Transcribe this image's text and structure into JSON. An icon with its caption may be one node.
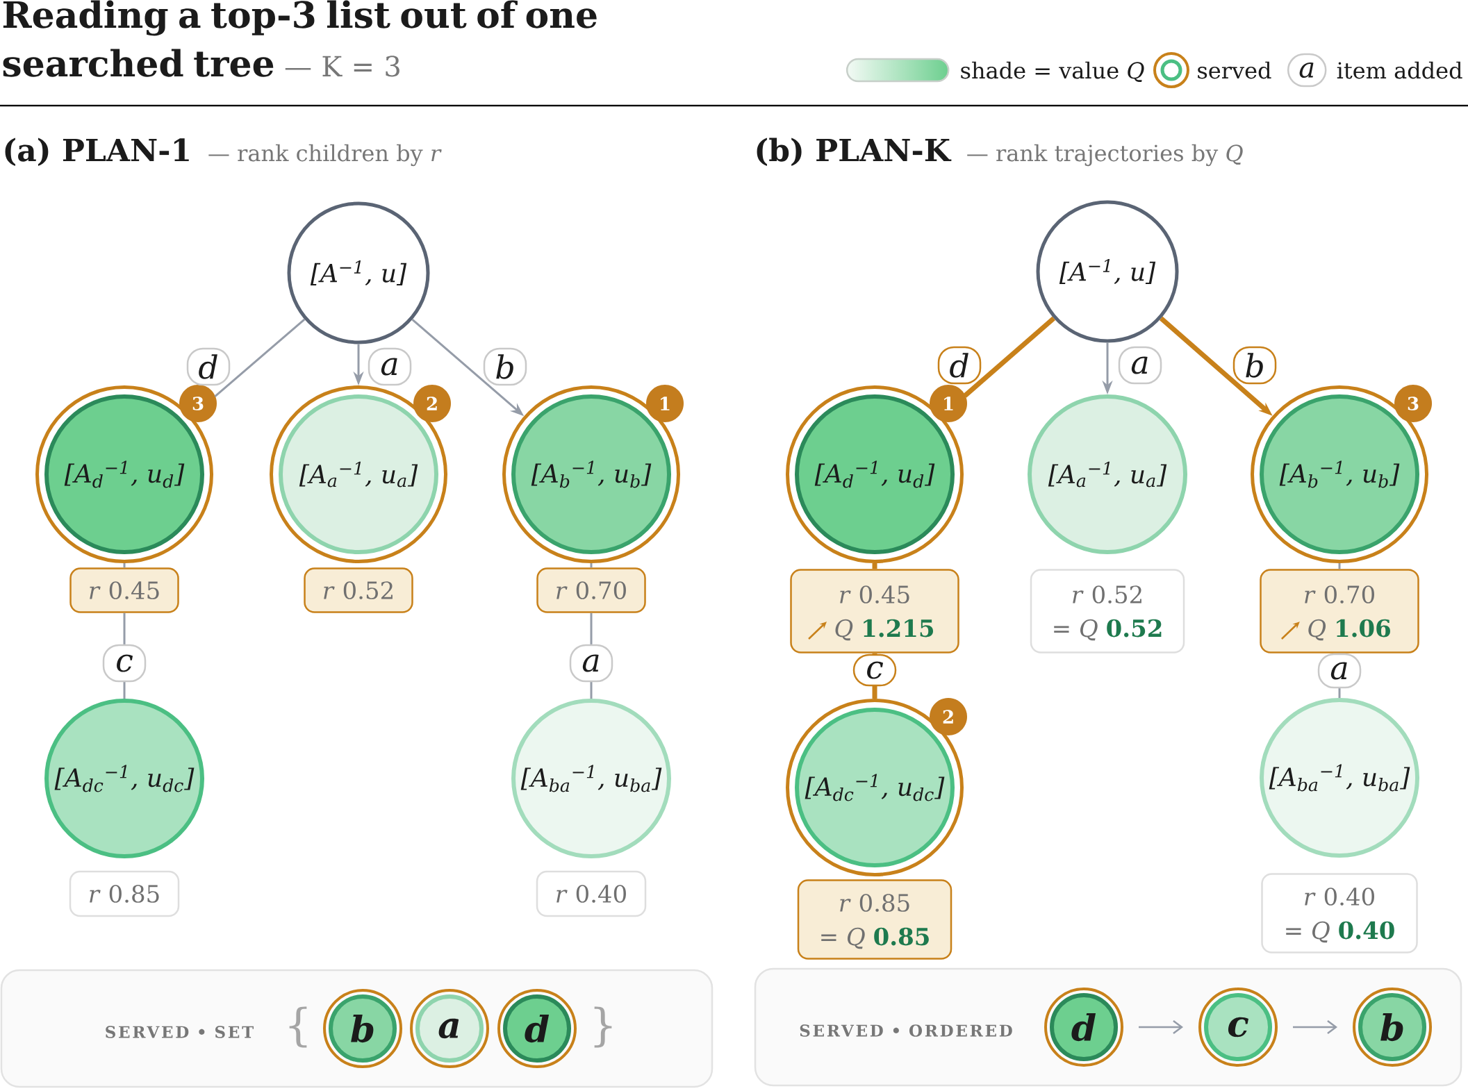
{
  "diagram": {
    "title": "**Reading a top-3 list out of one searched tree** — K = 3",
    "nodes": [
      {
        "text": [
          "[A$^{−1}$, u]"
        ]
      },
      {
        "text": [
          "[A$_{d}$$^{−1}$, u$_{d}$]"
        ],
        "beside": [
          "3"
        ]
      },
      {
        "text": [
          "[A$_{a}$$^{−1}$, u$_{a}$]"
        ],
        "beside": [
          "2"
        ]
      },
      {
        "text": [
          "[A$_{b}$$^{−1}$, u$_{b}$]"
        ],
        "beside": [
          "1"
        ]
      },
      {
        "text": [
          "*r* 0.45"
        ]
      },
      {
        "text": [
          "*r* 0.52"
        ]
      },
      {
        "text": [
          "*r* 0.70"
        ]
      },
      {
        "text": [
          "[A$_{dc}$$^{−1}$, u$_{dc}$]"
        ]
      },
      {
        "text": [
          "[A$_{ba}$$^{−1}$, u$_{ba}$]"
        ]
      },
      {
        "text": [
          "*r* 0.85"
        ]
      },
      {
        "text": [
          "*r* 0.40"
        ]
      },
      {
        "text": [
          "[A$^{−1}$, u]"
        ]
      },
      {
        "text": [
          "[A$_{d}$$^{−1}$, u$_{d}$]"
        ],
        "beside": [
          "1"
        ]
      },
      {
        "text": [
          "[A$_{a}$$^{−1}$, u$_{a}$]"
        ]
      },
      {
        "text": [
          "[A$_{b}$$^{−1}$, u$_{b}$]"
        ],
        "beside": [
          "3"
        ]
      },
      {
        "text": [
          "*r* 0.45",
          "*Q* **1.215**"
        ]
      },
      {
        "text": [
          "*r* 0.52",
          "= *Q* **0.52**"
        ]
      },
      {
        "text": [
          "*r* 0.70",
          "*Q* **1.06**"
        ]
      },
      {
        "text": [
          "[A$_{dc}$$^{−1}$, u$_{dc}$]"
        ],
        "beside": [
          "2"
        ]
      },
      {
        "text": [
          "[A$_{ba}$$^{−1}$, u$_{ba}$]"
        ]
      },
      {
        "text": [
          "*r* 0.85",
          "= *Q* **0.85**"
        ]
      },
      {
        "text": [
          "*r* 0.40",
          "= *Q* **0.40**"
        ]
      },
      {
        "text": [
          "SERVED • SET"
        ]
      },
      {
        "text": [
          "b"
        ],
        "in": 22
      },
      {
        "text": [
          "a"
        ],
        "in": 22
      },
      {
        "text": [
          "d"
        ],
        "in": 22
      },
      {
        "text": [
          "SERVED • ORDERED"
        ]
      },
      {
        "text": [
          "d"
        ],
        "in": 26
      },
      {
        "text": [
          "c"
        ],
        "in": 26
      },
      {
        "text": [
          "b"
        ],
        "in": 26
      }
    ],
    "edges": [
      {
        "from": 0,
        "to": 1,
        "arrow": "none",
        "label": "d"
      },
      {
        "from": 0,
        "to": 2,
        "arrow": "to",
        "label": "a"
      },
      {
        "from": 0,
        "to": 3,
        "arrow": "to",
        "label": "b"
      },
      {
        "from": 1,
        "to": 4,
        "arrow": "none"
      },
      {
        "from": 3,
        "to": 6,
        "arrow": "none"
      },
      {
        "from": 4,
        "to": 7,
        "arrow": "none",
        "label": "c"
      },
      {
        "from": 6,
        "to": 8,
        "arrow": "none",
        "label": "a"
      },
      {
        "from": 11,
        "to": 12,
        "arrow": "none",
        "label": "d",
        "style": "thick",
        "color": "#c8811a"
      },
      {
        "from": 11,
        "to": 13,
        "arrow": "to",
        "label": "a"
      },
      {
        "from": 11,
        "to": 14,
        "arrow": "to",
        "label": "b",
        "style": "thick",
        "color": "#c8811a"
      },
      {
        "from": 12,
        "to": 15,
        "arrow": "none",
        "style": "thick",
        "color": "#c8811a"
      },
      {
        "from": 14,
        "to": 17,
        "arrow": "none"
      },
      {
        "from": 15,
        "to": 18,
        "arrow": "none",
        "label": "c",
        "style": "thick",
        "color": "#c8811a"
      },
      {
        "from": 17,
        "to": 19,
        "arrow": "none",
        "label": "a"
      },
      {
        "from": 27,
        "to": 28,
        "arrow": "to"
      },
      {
        "from": 28,
        "to": 29,
        "arrow": "to"
      }
    ],
    "labels": [
      "a",
      "(a) PLAN-1",
      "— rank children by *r*",
      "(b) PLAN-K",
      "— rank trajectories by *Q*",
      "{",
      "}"
    ],
    "legend": [
      {
        "text": "shade = value *Q*"
      },
      {
        "text": "served"
      },
      {
        "text": "item added"
      }
    ]
  }
}
